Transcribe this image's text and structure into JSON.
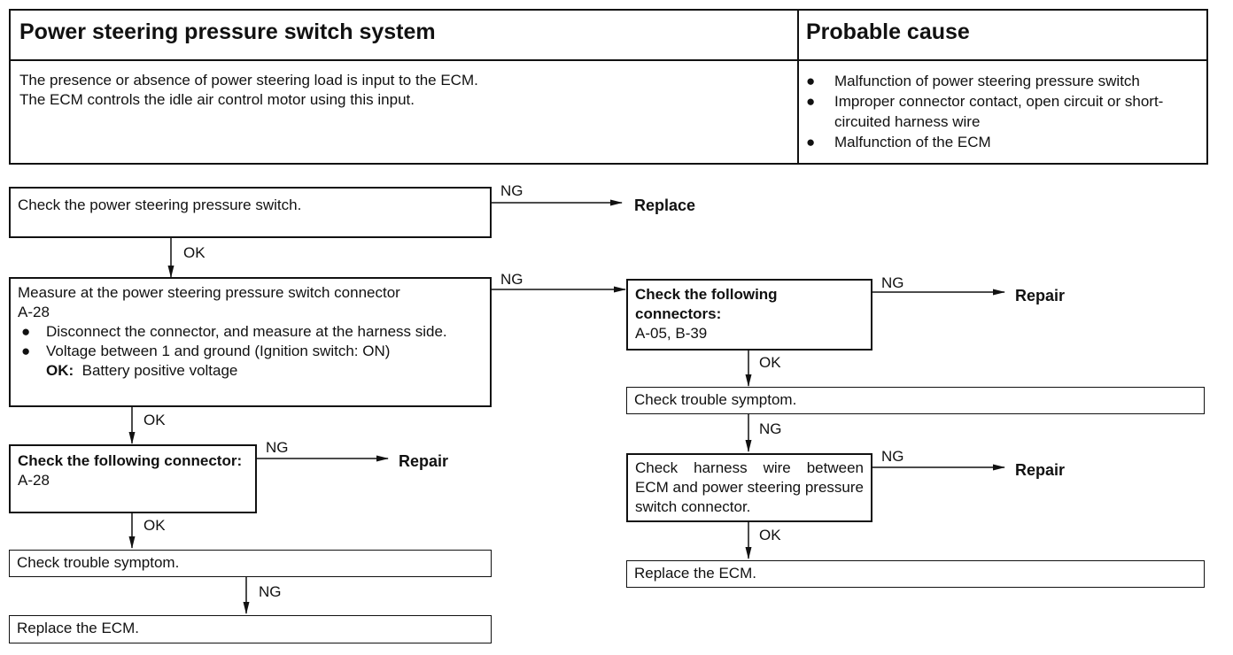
{
  "header": {
    "system_title": "Power steering pressure switch system",
    "cause_title": "Probable cause",
    "description_lines": [
      "The presence or absence of power steering load is input to the ECM.",
      "The ECM controls the idle air control motor using this input."
    ],
    "bullet_glyph": "●",
    "causes": [
      "Malfunction of power steering pressure switch",
      "Improper connector contact, open circuit or short-circuited harness wire",
      "Malfunction of the ECM"
    ]
  },
  "flow": {
    "step1": "Check the power steering pressure switch.",
    "step1_ng_label": "NG",
    "step1_ng_result": "Replace",
    "step1_ok_label": "OK",
    "step2": {
      "line1": "Measure at the power steering pressure switch connector",
      "line2": "A-28",
      "bullet1": "Disconnect the connector, and measure at the harness side.",
      "bullet2": "Voltage between 1 and ground (Ignition switch: ON)",
      "ok_prefix": "OK:",
      "ok_value": "Battery positive voltage"
    },
    "step2_ng_label": "NG",
    "step2_ok_label": "OK",
    "left": {
      "connector_title": "Check the following connector:",
      "connector_value": "A-28",
      "connector_ng_label": "NG",
      "connector_ng_result": "Repair",
      "connector_ok_label": "OK",
      "symptom": "Check trouble symptom.",
      "symptom_ng_label": "NG",
      "replace": "Replace the ECM."
    },
    "right": {
      "connectors_title": "Check the following connectors:",
      "connectors_value": "A-05, B-39",
      "connectors_ng_label": "NG",
      "connectors_ng_result": "Repair",
      "connectors_ok_label": "OK",
      "symptom": "Check trouble symptom.",
      "symptom_ng_label": "NG",
      "harness": "Check harness wire between ECM and power steering pressure switch connector.",
      "harness_ng_label": "NG",
      "harness_ng_result": "Repair",
      "harness_ok_label": "OK",
      "replace": "Replace the ECM."
    }
  }
}
